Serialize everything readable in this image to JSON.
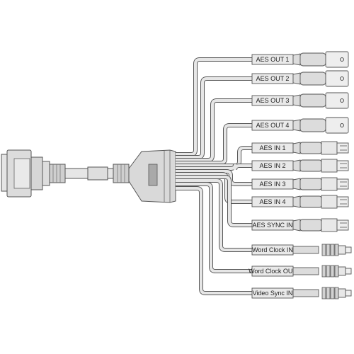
{
  "cable": {
    "connectors": [
      {
        "label": "AES OUT 1",
        "type": "xlr-female"
      },
      {
        "label": "AES OUT 2",
        "type": "xlr-female"
      },
      {
        "label": "AES OUT 3",
        "type": "xlr-female"
      },
      {
        "label": "AES OUT 4",
        "type": "xlr-female"
      },
      {
        "label": "AES IN 1",
        "type": "xlr-male"
      },
      {
        "label": "AES IN 2",
        "type": "xlr-male"
      },
      {
        "label": "AES IN 3",
        "type": "xlr-male"
      },
      {
        "label": "AES IN 4",
        "type": "xlr-male"
      },
      {
        "label": "AES SYNC IN",
        "type": "xlr-male"
      },
      {
        "label": "Word Clock IN",
        "type": "bnc"
      },
      {
        "label": "Word Clock OUT",
        "type": "bnc"
      },
      {
        "label": "Video Sync IN",
        "type": "bnc"
      }
    ],
    "colors": {
      "stroke": "#555555",
      "cable_fill": "#e6e6e6",
      "connector_fill": "#dcdcdc",
      "label_fill": "#e9e9e9",
      "background": "#ffffff"
    },
    "icons": [
      "d-sub-connector-icon",
      "breakout-hub-icon",
      "xlr-connector-icon",
      "bnc-connector-icon"
    ]
  }
}
